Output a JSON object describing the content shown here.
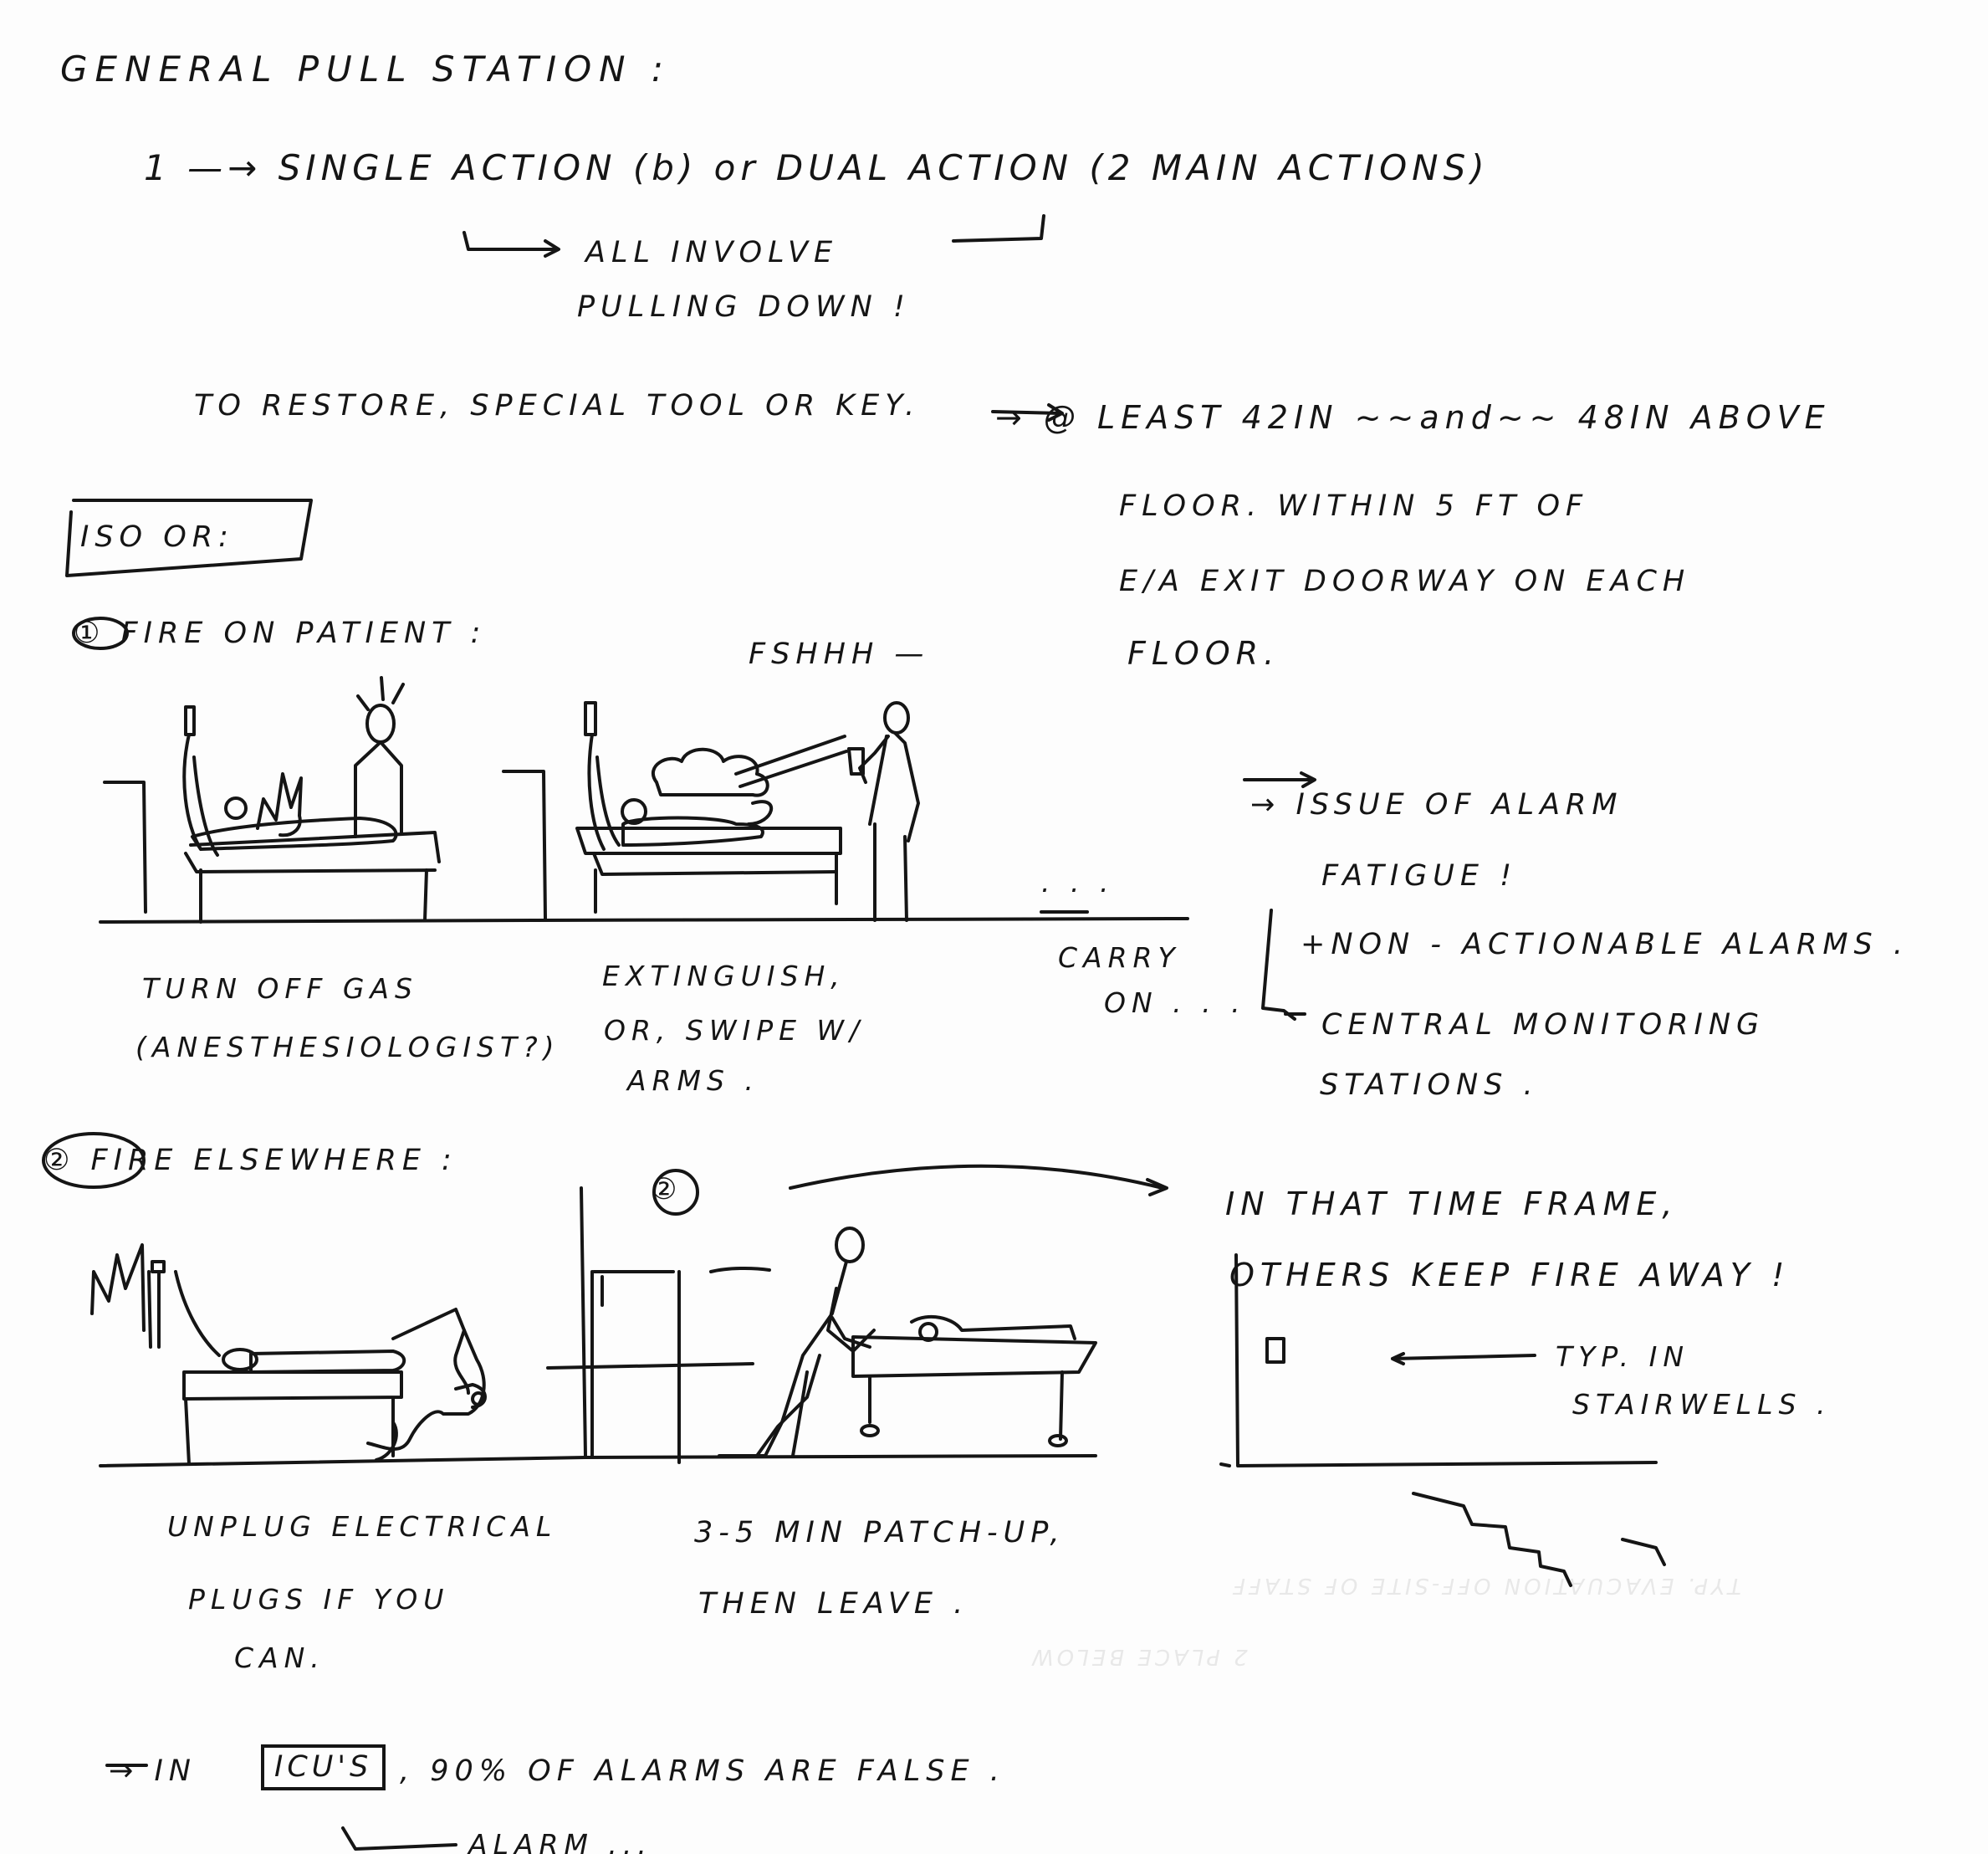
{
  "title": "GENERAL PULL STATION :",
  "intro": {
    "line1": "1 —→ SINGLE ACTION (b) or DUAL ACTION (2 MAIN ACTIONS)",
    "note_line1": "ALL INVOLVE",
    "note_line2": "PULLING DOWN !",
    "restore": "TO RESTORE, SPECIAL TOOL OR KEY.",
    "location_line1": "→ @ LEAST 42IN ~~and~~ 48IN ABOVE",
    "location_line2": "FLOOR. WITHIN 5 FT OF",
    "location_line3": "E/A EXIT DOORWAY ON EACH",
    "location_line4": "FLOOR."
  },
  "section_label": "ISO OR:",
  "case1": {
    "heading": "① FIRE ON PATIENT :",
    "sound": "FSHHH —",
    "caption1_line1": "TURN OFF GAS",
    "caption1_line2": "(ANESTHESIOLOGIST?)",
    "caption2_line1": "EXTINGUISH,",
    "caption2_line2": "OR, SWIPE W/",
    "caption2_line3": "ARMS .",
    "ellipsis": ". . .",
    "carry_line1": "CARRY",
    "carry_line2": "ON . . .",
    "alarm_line1": "→ ISSUE OF ALARM",
    "alarm_line2": "FATIGUE !",
    "alarm_item1": "+NON - ACTIONABLE ALARMS .",
    "alarm_item2": "CENTRAL MONITORING",
    "alarm_item3": "STATIONS ."
  },
  "case2": {
    "heading": "② FIRE ELSEWHERE :",
    "marker": "②",
    "caption1_line1": "UNPLUG ELECTRICAL",
    "caption1_line2": "PLUGS IF YOU",
    "caption1_line3": "CAN.",
    "caption2_line1": "3-5 MIN PATCH-UP,",
    "caption2_line2": "THEN LEAVE .",
    "timeframe_line1": "IN THAT TIME FRAME,",
    "timeframe_line2": "OTHERS KEEP FIRE AWAY !",
    "stair_line1": "TYP. IN",
    "stair_line2": "STAIRWELLS ."
  },
  "footer": {
    "prefix": "→ IN",
    "boxed": "ICU'S",
    "rest": ", 90% OF ALARMS ARE FALSE .",
    "cut": "ALARM ..."
  },
  "icons": [
    "arrow-icon",
    "circled-number-icon",
    "patient-bed-sketch",
    "staff-figure-sketch",
    "stairwell-sketch",
    "pull-station-icon"
  ]
}
